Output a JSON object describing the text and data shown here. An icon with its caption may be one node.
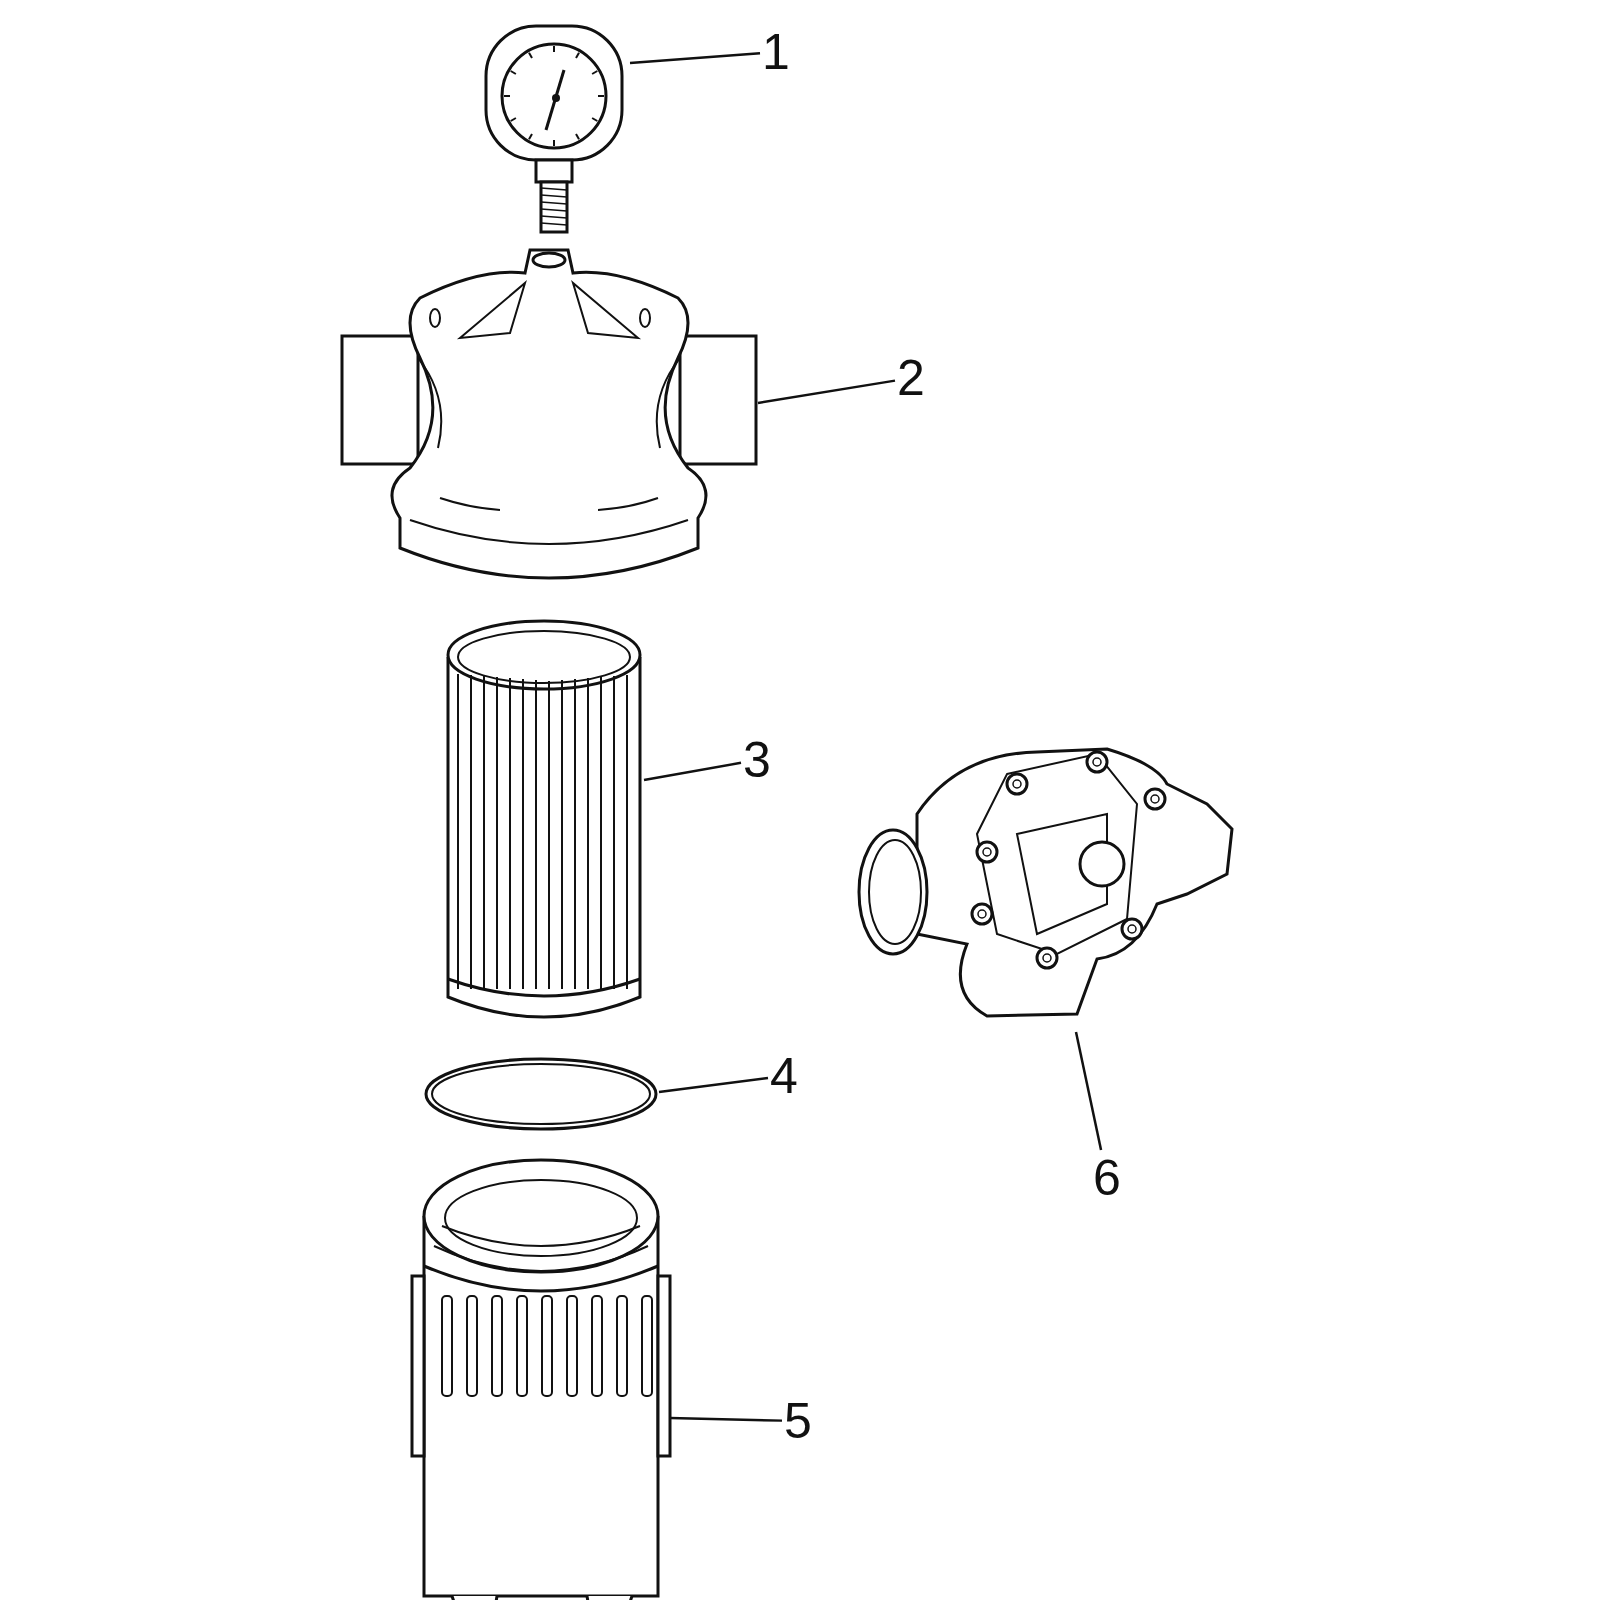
{
  "diagram": {
    "nodes": [
      {
        "text": [
          "1"
        ]
      },
      {
        "text": [],
        "shape": "picture"
      },
      {
        "text": [
          "2"
        ]
      },
      {
        "text": [],
        "shape": "picture"
      },
      {
        "text": [
          "3"
        ]
      },
      {
        "text": [],
        "shape": "picture"
      },
      {
        "text": [
          "4"
        ]
      },
      {
        "text": [],
        "shape": "picture"
      },
      {
        "text": [
          "5"
        ]
      },
      {
        "text": [],
        "shape": "picture"
      },
      {
        "text": [
          "6"
        ]
      },
      {
        "text": [],
        "shape": "picture"
      }
    ],
    "edges": [
      {
        "from": 0,
        "to": 1,
        "arrow": "none"
      },
      {
        "from": 2,
        "to": 3,
        "arrow": "none"
      },
      {
        "from": 4,
        "to": 5,
        "arrow": "none"
      },
      {
        "from": 6,
        "to": 7,
        "arrow": "none"
      },
      {
        "from": 8,
        "to": 9,
        "arrow": "none"
      },
      {
        "from": 10,
        "to": 11,
        "arrow": "none"
      }
    ]
  }
}
